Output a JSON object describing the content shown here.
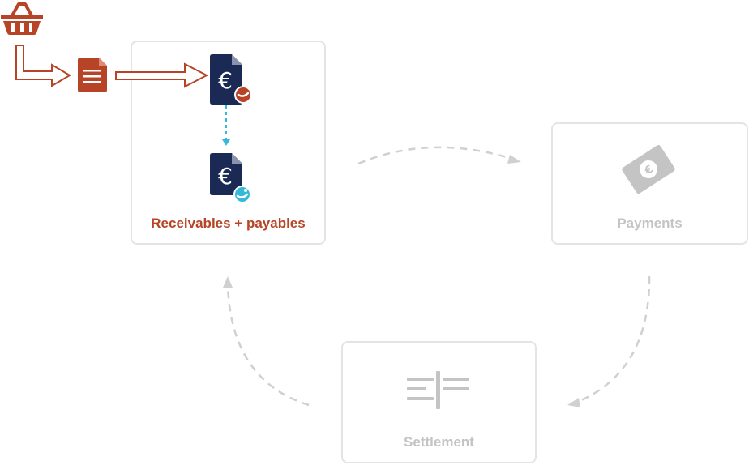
{
  "cards": {
    "receivables": {
      "label": "Receivables + payables"
    },
    "payments": {
      "label": "Payments"
    },
    "settlement": {
      "label": "Settlement"
    }
  },
  "icons": {
    "basket": "shopping-basket-icon",
    "order_document": "document-icon",
    "invoice_outgoing": "euro-invoice-icon",
    "invoice_incoming": "euro-invoice-icon",
    "payment": "euro-banknote-icon",
    "settlement": "settlement-scale-icon"
  },
  "colors": {
    "accent": "#b74426",
    "navy": "#1b2a55",
    "teal": "#34b9d8",
    "inactive": "#c4c4c4",
    "border": "#e4e4e4"
  }
}
